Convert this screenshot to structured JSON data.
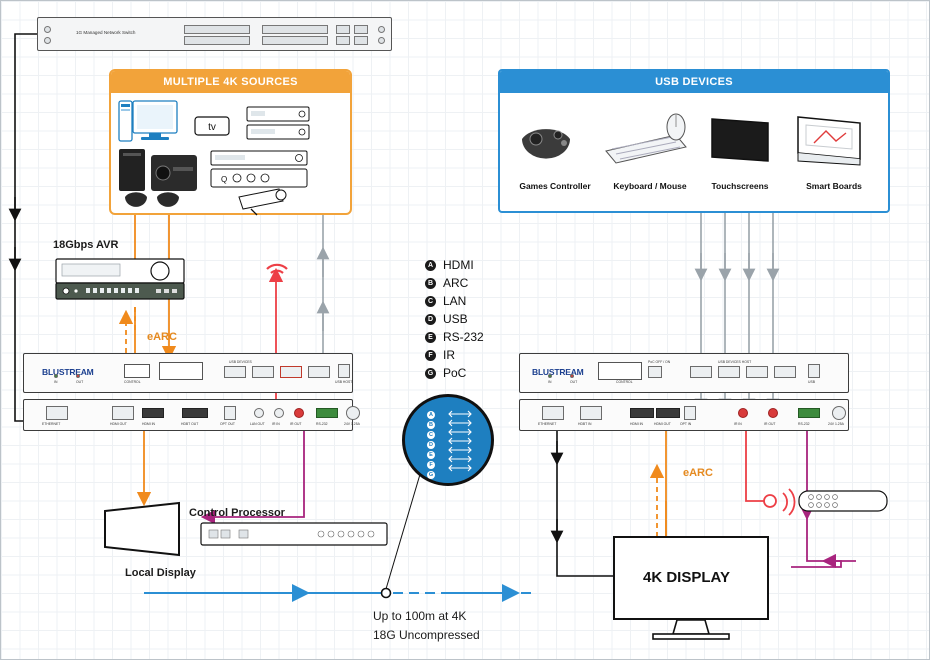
{
  "panels": {
    "sources": {
      "title": "MULTIPLE 4K SOURCES"
    },
    "usb": {
      "title": "USB DEVICES",
      "devices": [
        {
          "label": "Games Controller",
          "icon": "gamepad-icon"
        },
        {
          "label": "Keyboard / Mouse",
          "icon": "keyboard-icon"
        },
        {
          "label": "Touchscreens",
          "icon": "touchscreen-icon"
        },
        {
          "label": "Smart Boards",
          "icon": "smartboard-icon"
        }
      ]
    }
  },
  "legend": {
    "items": [
      {
        "key": "A",
        "label": "HDMI"
      },
      {
        "key": "B",
        "label": "ARC"
      },
      {
        "key": "C",
        "label": "LAN"
      },
      {
        "key": "D",
        "label": "USB"
      },
      {
        "key": "E",
        "label": "RS-232"
      },
      {
        "key": "F",
        "label": "IR"
      },
      {
        "key": "G",
        "label": "PoC"
      }
    ]
  },
  "hub": {
    "keys": [
      "A",
      "B",
      "C",
      "D",
      "E",
      "F",
      "G"
    ]
  },
  "labels": {
    "network_switch": "1G Managed Network Switch",
    "avr": "18Gbps AVR",
    "earc_left": "eARC",
    "earc_right": "eARC",
    "control_processor": "Control Processor",
    "local_display": "Local Display",
    "display_4k": "4K DISPLAY",
    "distance_line1": "Up to 100m at 4K",
    "distance_line2": "18G Uncompressed"
  },
  "tx_unit": {
    "logo": "BLUSTREAM",
    "group_usb": "USB DEVICES",
    "group_control": "CONTROL",
    "ports": [
      {
        "name": "ETHERNET",
        "label": "ETHERNET"
      },
      {
        "name": "HDMI-OUT",
        "label": "HDMI OUT"
      },
      {
        "name": "HDMI-IN",
        "label": "HDMI IN"
      },
      {
        "name": "HDBT-OUT",
        "label": "HDBT OUT"
      },
      {
        "name": "OPT-OUT",
        "label": "OPT OUT"
      },
      {
        "name": "LAN-OUT",
        "label": "LAN OUT"
      },
      {
        "name": "IR-IN",
        "label": "IR IN"
      },
      {
        "name": "IR-OUT",
        "label": "IR OUT"
      },
      {
        "name": "RS-232",
        "label": "RS-232"
      },
      {
        "name": "DC-24V",
        "label": "24V 1.25A"
      }
    ],
    "usb_host_label": "USB HOST",
    "status_labels": [
      "IN",
      "OUT"
    ]
  },
  "rx_unit": {
    "logo": "BLUSTREAM",
    "group_usb": "USB DEVICES HOST",
    "group_control": "CONTROL",
    "poc_switch": "PoC OFF / ON",
    "ports": [
      {
        "name": "ETHERNET",
        "label": "ETHERNET"
      },
      {
        "name": "HDBT-IN",
        "label": "HDBT IN"
      },
      {
        "name": "HDMI-IN",
        "label": "HDMI IN"
      },
      {
        "name": "HDMI-OUT",
        "label": "HDMI OUT"
      },
      {
        "name": "OPT-IN",
        "label": "OPT IN"
      },
      {
        "name": "IR-IN",
        "label": "IR IN"
      },
      {
        "name": "IR-OUT",
        "label": "IR OUT"
      },
      {
        "name": "RS-232",
        "label": "RS-232"
      },
      {
        "name": "DC-24V",
        "label": "24V 1.25A"
      }
    ],
    "usb_device_label": "USB"
  },
  "colors": {
    "orange": "#F2A33A",
    "orange_line": "#F08A1C",
    "blue": "#2B8FD4",
    "blue_line": "#1E7FC0",
    "grey_line": "#9AA3AA",
    "red_line": "#ED3F46",
    "magenta_line": "#A8247E",
    "black_line": "#111111"
  }
}
